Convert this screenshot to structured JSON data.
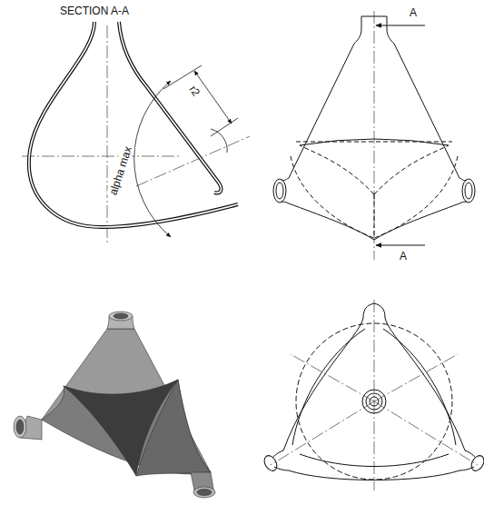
{
  "diagram": {
    "labels": [
      "SECTION A-A",
      "r2",
      "alpha max",
      "A",
      "A"
    ]
  }
}
